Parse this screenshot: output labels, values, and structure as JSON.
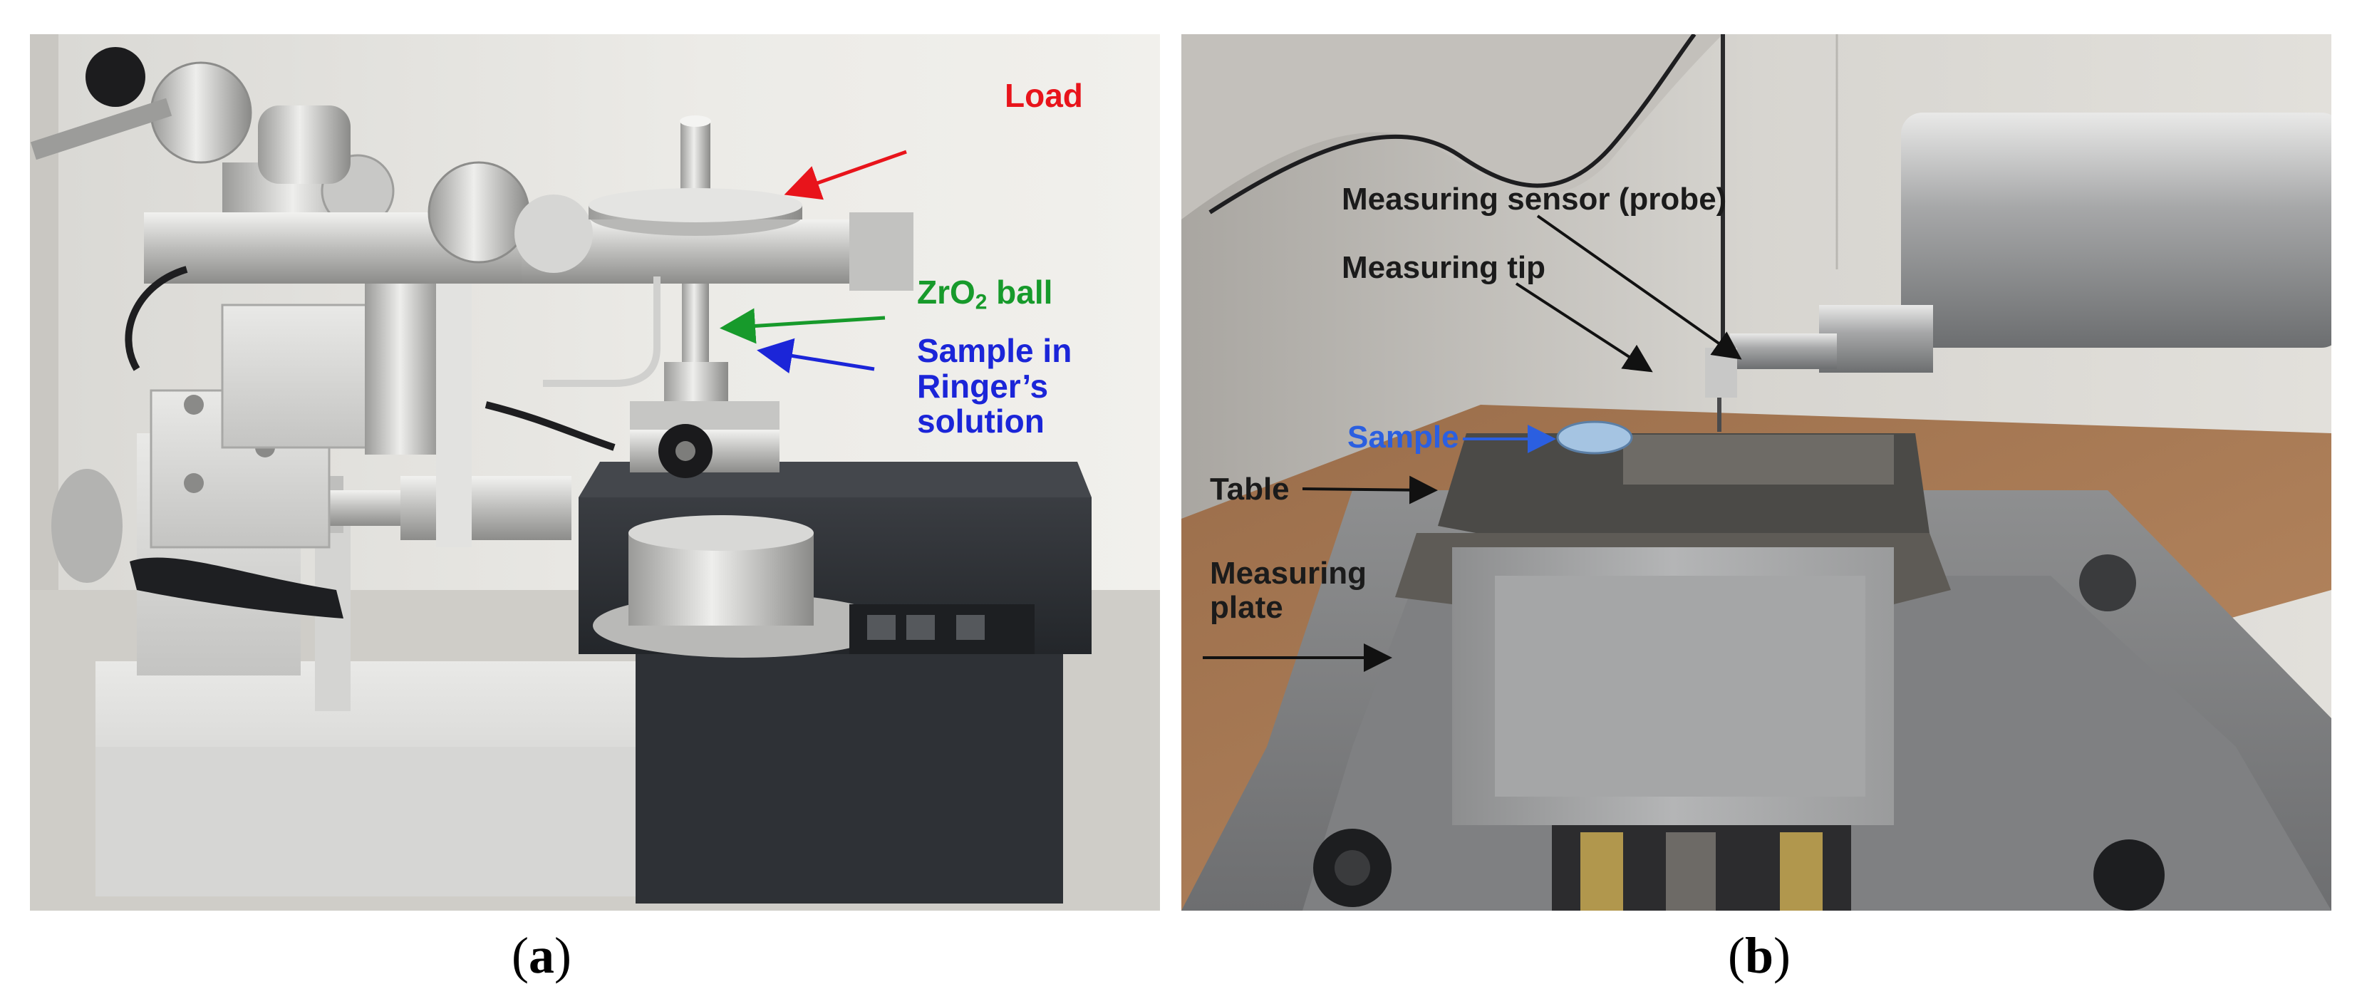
{
  "panel_a": {
    "caption": {
      "open": "(",
      "letter": "a",
      "close": ")"
    },
    "labels": {
      "load": "Load",
      "zro2_prefix": "ZrO",
      "zro2_sub": "2",
      "zro2_suffix": " ball",
      "sample_line1": "Sample in",
      "sample_line2": "Ringer’s",
      "sample_line3": "solution"
    },
    "colors": {
      "load": "#e8141b",
      "ball": "#179a2b",
      "sample": "#1b25d8"
    }
  },
  "panel_b": {
    "caption": {
      "open": "(",
      "letter": "b",
      "close": ")"
    },
    "labels": {
      "measuring_sensor": "Measuring sensor (probe)",
      "measuring_tip": "Measuring tip",
      "sample": "Sample",
      "table": "Table",
      "plate_line1": "Measuring",
      "plate_line2": "plate"
    },
    "colors": {
      "text": "#1b1b1b",
      "sample": "#2b5fe0"
    }
  }
}
